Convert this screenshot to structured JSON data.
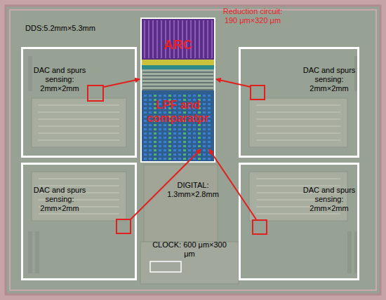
{
  "diagram": {
    "nodes": [
      {
        "text": [
          "ARC",
          "LPF and comparatpr"
        ]
      },
      {
        "text": [
          "DAC and spurs sensing: 2mm×2mm"
        ]
      },
      {
        "text": [
          "DAC and spurs sensing: 2mm×2mm"
        ]
      },
      {
        "text": [
          "DAC and spurs sensing: 2mm×2mm"
        ]
      },
      {
        "text": [
          "DAC and spurs sensing: 2mm×2mm"
        ]
      }
    ],
    "labels": [
      "DDS:5.2mm×5.3mm",
      "Reduction circuit: 190 μm×320 μm",
      "DIGITAL: 1.3mm×2.8mm",
      "CLOCK: 600 μm×300 μm"
    ]
  }
}
